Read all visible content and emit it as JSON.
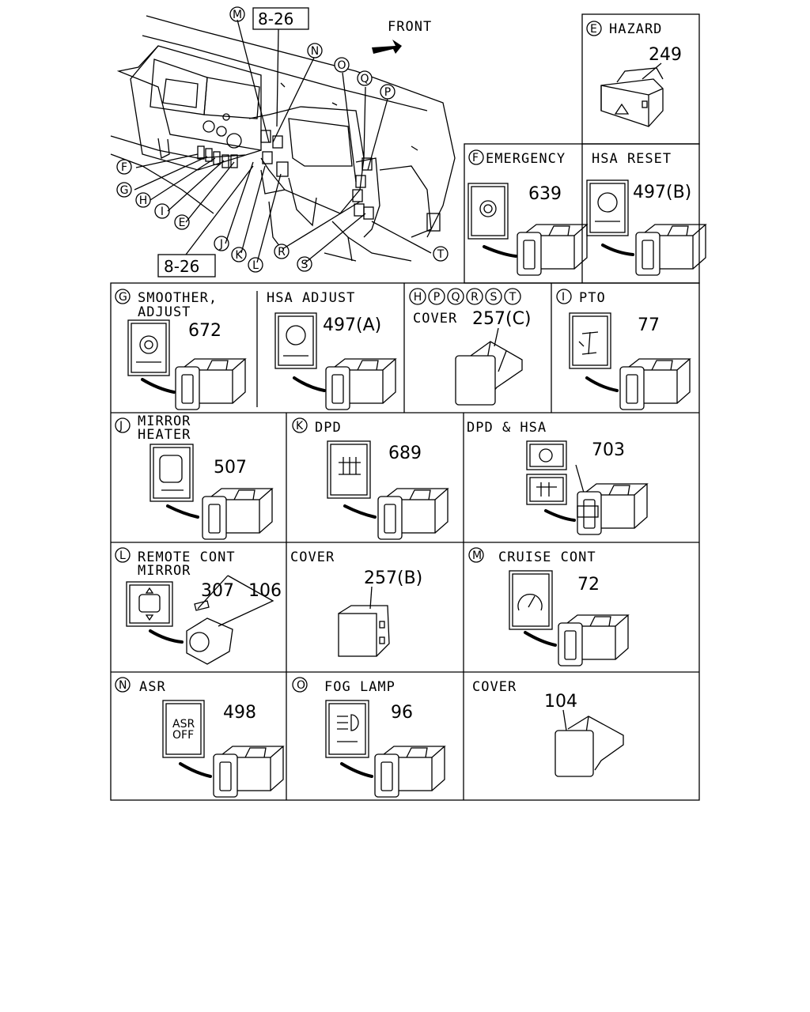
{
  "overview": {
    "front": "FRONT",
    "ref_top": "8-26",
    "ref_bottom": "8-26",
    "callouts": [
      "M",
      "N",
      "O",
      "Q",
      "P",
      "F",
      "G",
      "H",
      "I",
      "E",
      "J",
      "K",
      "L",
      "R",
      "S",
      "T"
    ]
  },
  "panels": {
    "e": {
      "letter": "E",
      "title": "HAZARD",
      "part": "249"
    },
    "f": {
      "letter": "F",
      "title": "EMERGENCY",
      "part": "639"
    },
    "hsa_reset": {
      "title": "HSA RESET",
      "part": "497(B)"
    },
    "g": {
      "letter": "G",
      "title1": "SMOOTHER,",
      "title2": "ADJUST",
      "part": "672"
    },
    "hsa_adjust": {
      "title": "HSA ADJUST",
      "part": "497(A)"
    },
    "cover_c": {
      "letters": [
        "H",
        "P",
        "Q",
        "R",
        "S",
        "T"
      ],
      "title": "COVER",
      "part": "257(C)"
    },
    "i": {
      "letter": "I",
      "title": "PTO",
      "part": "77"
    },
    "j": {
      "letter": "J",
      "title1": "MIRROR",
      "title2": "HEATER",
      "part": "507"
    },
    "k": {
      "letter": "K",
      "title": "DPD",
      "part": "689"
    },
    "dpd_hsa": {
      "title": "DPD & HSA",
      "part": "703"
    },
    "l": {
      "letter": "L",
      "title1": "REMOTE CONT",
      "title2": "MIRROR",
      "part1": "106",
      "part2": "307"
    },
    "cover_b": {
      "title": "COVER",
      "part": "257(B)"
    },
    "m": {
      "letter": "M",
      "title": "CRUISE CONT",
      "part": "72"
    },
    "n": {
      "letter": "N",
      "title": "ASR",
      "part": "498",
      "icon1": "ASR",
      "icon2": "OFF"
    },
    "o": {
      "letter": "O",
      "title": "FOG LAMP",
      "part": "96"
    },
    "cover": {
      "title": "COVER",
      "part": "104"
    }
  }
}
